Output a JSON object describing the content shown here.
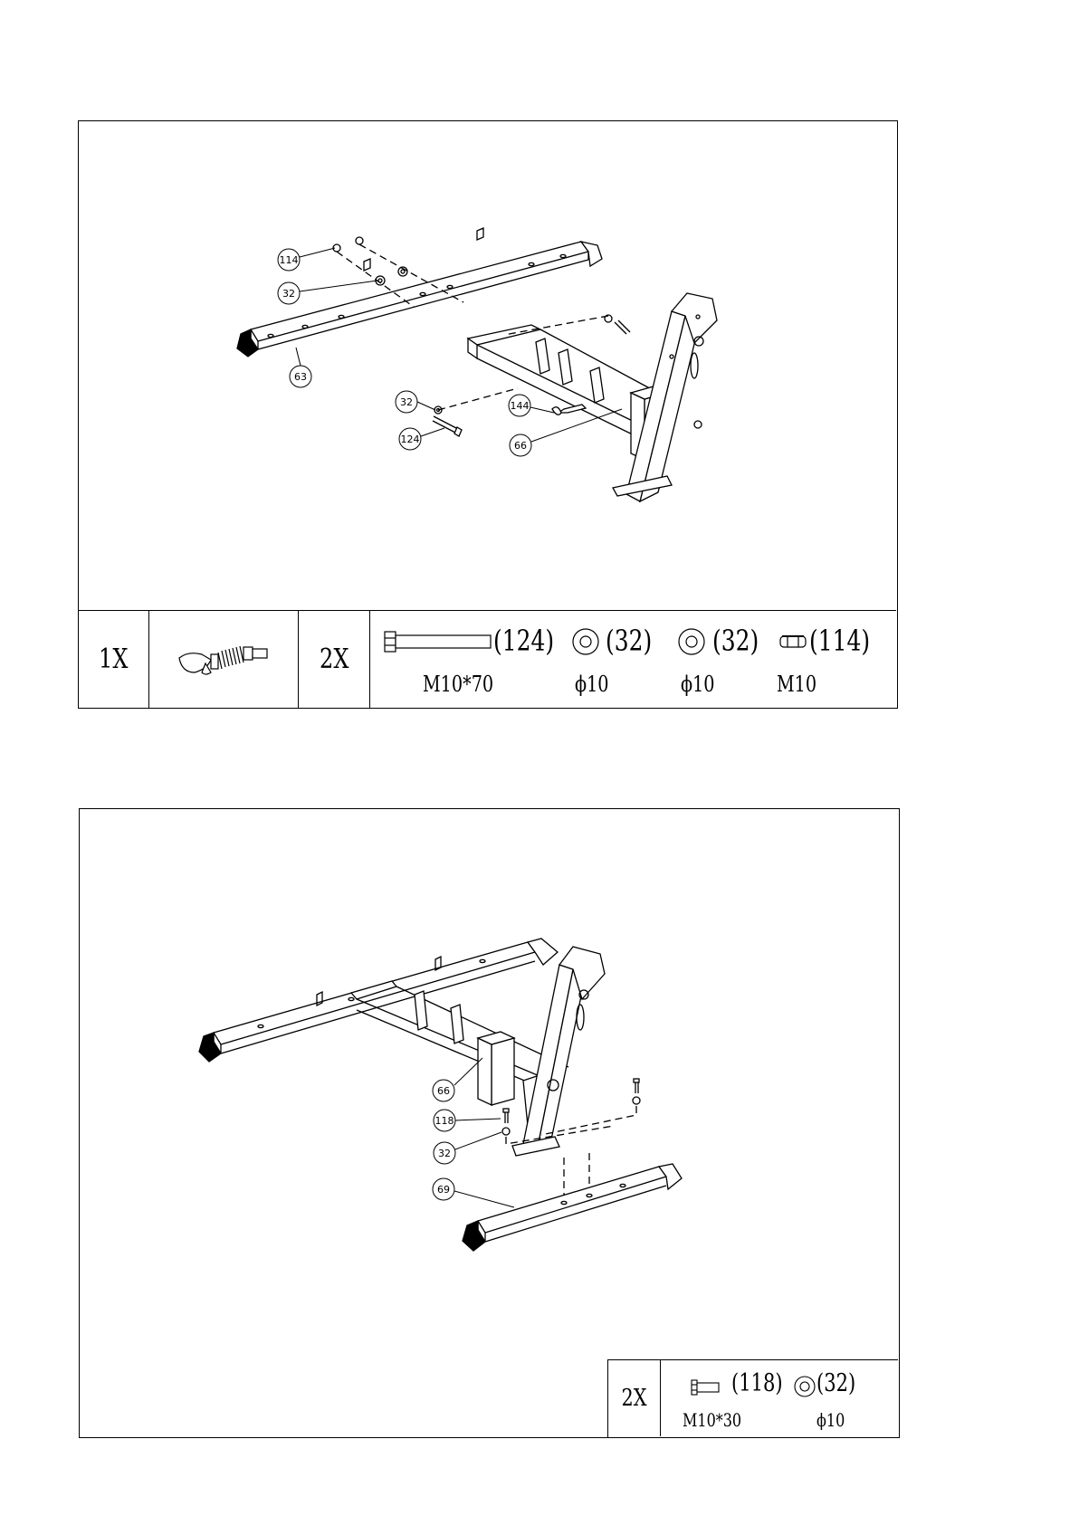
{
  "step1": {
    "callouts": [
      "114",
      "32",
      "63",
      "32",
      "124",
      "144",
      "66"
    ],
    "parts": {
      "qty_a": "1X",
      "qty_b": "2X",
      "items": [
        {
          "label": "(124)",
          "spec": "M10*70",
          "icon": "bolt-icon"
        },
        {
          "label": "(32)",
          "spec": "ϕ10",
          "icon": "washer-icon"
        },
        {
          "label": "(32)",
          "spec": "ϕ10",
          "icon": "washer-icon"
        },
        {
          "label": "(114)",
          "spec": "M10",
          "icon": "nut-icon"
        }
      ],
      "pin_icon": "pop-pin-icon"
    }
  },
  "step2": {
    "callouts": [
      "66",
      "118",
      "32",
      "69"
    ],
    "parts": {
      "qty": "2X",
      "items": [
        {
          "label": "(118)",
          "spec": "M10*30",
          "icon": "bolt-icon"
        },
        {
          "label": "(32)",
          "spec": "ϕ10",
          "icon": "washer-icon"
        }
      ]
    }
  }
}
